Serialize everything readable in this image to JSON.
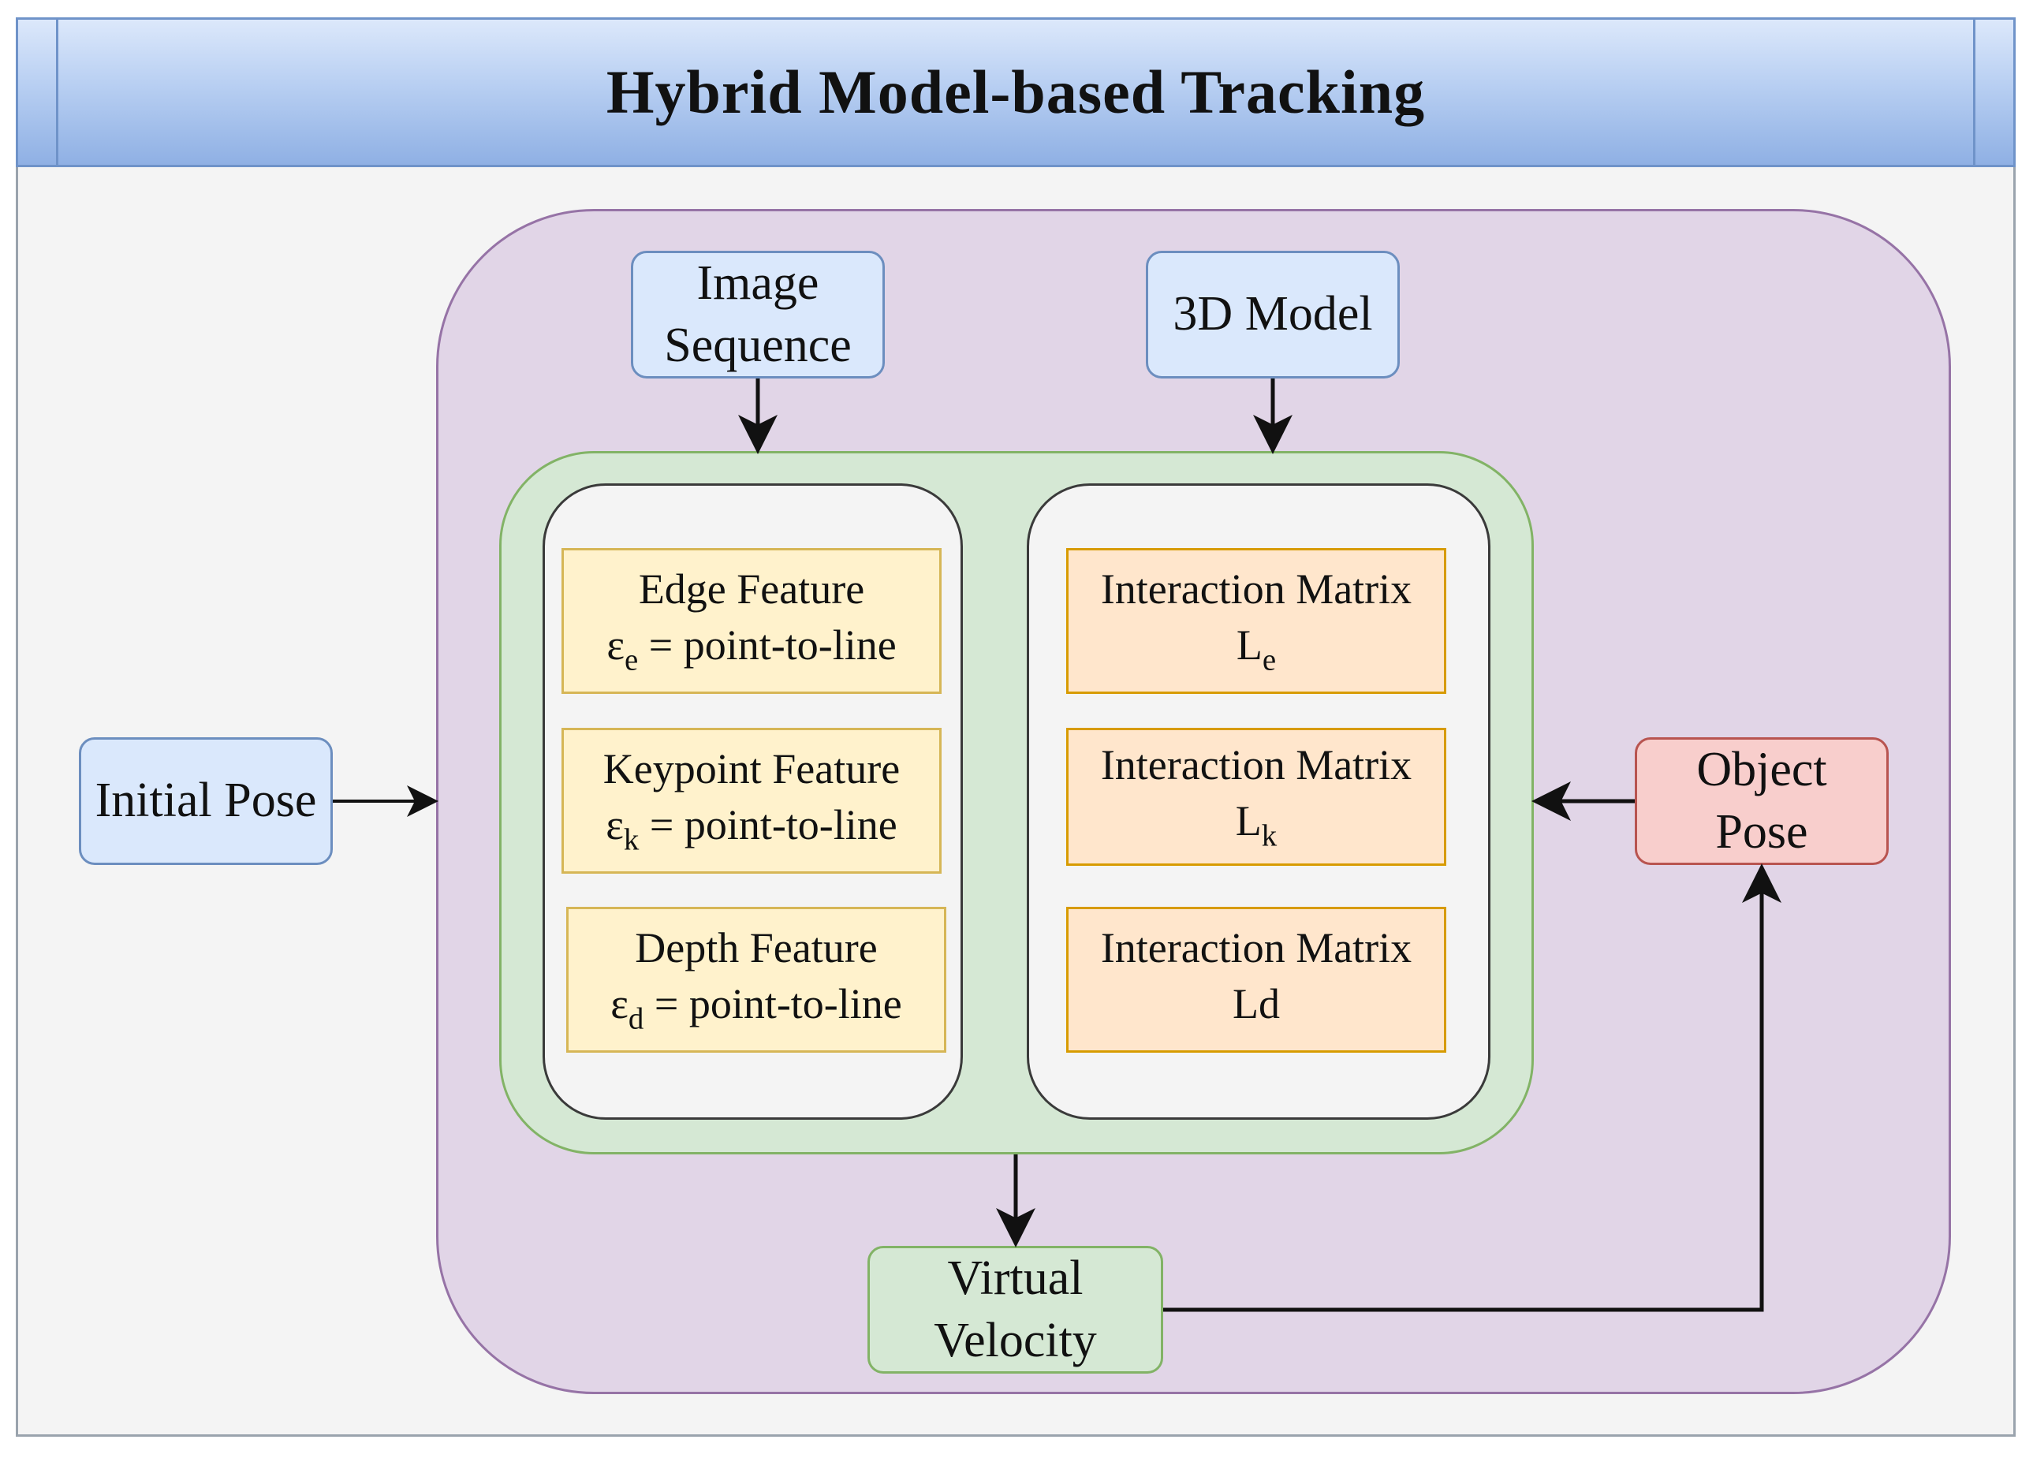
{
  "title": "Hybrid Model-based Tracking",
  "inputs": {
    "image_sequence": [
      "Image",
      "Sequence"
    ],
    "model_3d": "3D Model",
    "initial_pose": "Initial Pose"
  },
  "features": [
    {
      "name": "Edge Feature",
      "symbol": "ε",
      "subscript": "e",
      "equation": " = point-to-line"
    },
    {
      "name": "Keypoint Feature",
      "symbol": "ε",
      "subscript": "k",
      "equation": " = point-to-line"
    },
    {
      "name": "Depth Feature",
      "symbol": "ε",
      "subscript": "d",
      "equation": " = point-to-line"
    }
  ],
  "matrices": [
    {
      "name": "Interaction Matrix",
      "symbol": "L",
      "subscript": "e"
    },
    {
      "name": "Interaction Matrix",
      "symbol": "L",
      "subscript": "k"
    },
    {
      "name": "Interaction Matrix",
      "symbol": "Ld",
      "subscript": ""
    }
  ],
  "outputs": {
    "virtual_velocity": [
      "Virtual",
      "Velocity"
    ],
    "object_pose": [
      "Object",
      "Pose"
    ]
  },
  "colors": {
    "header_border": "#6f93c9",
    "container_purple": "#e1d5e7",
    "container_green": "#d5e8d4",
    "feature_fill": "#fff2cc",
    "matrix_fill": "#ffe6cc",
    "input_fill": "#dae8fc",
    "output_fill": "#f8cecc",
    "arrow": "#111111"
  }
}
